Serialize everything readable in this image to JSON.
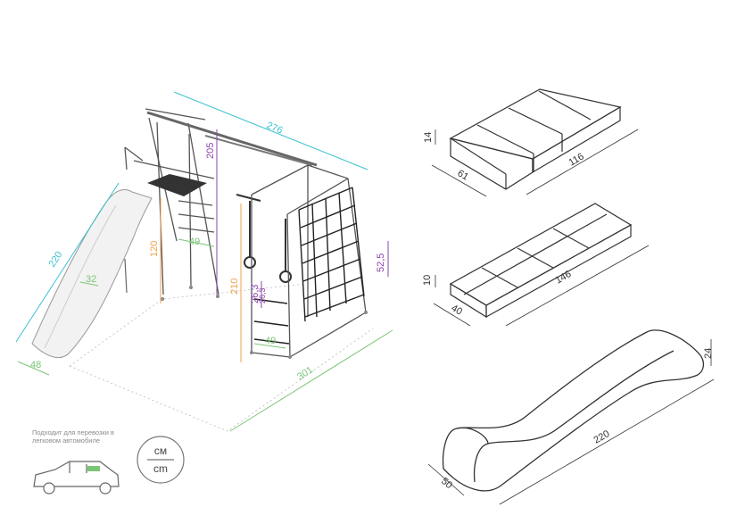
{
  "colors": {
    "cyan": "#3cc3cf",
    "green": "#7cc576",
    "orange": "#f0a24a",
    "purple": "#8e44ad",
    "gray": "#333333"
  },
  "dims": {
    "width": "276",
    "slide_length": "220",
    "slide_width": "48",
    "slide_inner": "32",
    "platform_height": "120",
    "platform_depth": "49",
    "top_height": "205",
    "frame_height": "210",
    "rings_height": "26,3",
    "rings_range": "26,3",
    "net_height": "52,5",
    "net_width": "49",
    "base_length": "301"
  },
  "box1": {
    "height": "14",
    "width": "61",
    "length": "116"
  },
  "box2": {
    "height": "10",
    "width": "40",
    "length": "146"
  },
  "slide": {
    "height": "24",
    "width": "50",
    "length": "220"
  },
  "footer": {
    "note": "Подходит для перевозки в легковом автомобиле",
    "unit_top": "см",
    "unit_bottom": "cm"
  }
}
